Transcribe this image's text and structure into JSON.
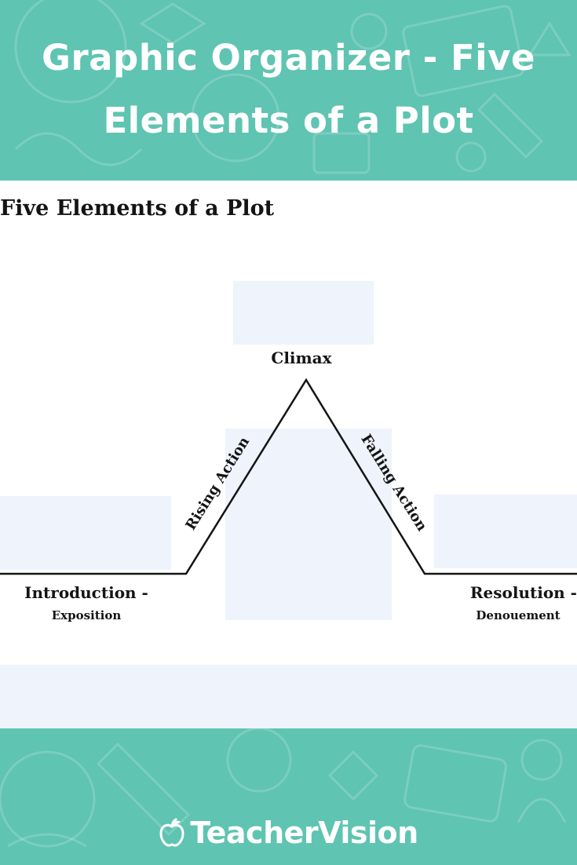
{
  "banner": {
    "title_line_1": "Graphic Organizer - Five",
    "title_line_2": "Elements of a Plot"
  },
  "worksheet": {
    "title": "Five Elements of a Plot",
    "labels": {
      "climax": "Climax",
      "rising_action": "Rising Action",
      "falling_action": "Falling Action",
      "introduction": "Introduction -",
      "exposition": "Exposition",
      "resolution": "Resolution -",
      "denouement": "Denouement"
    }
  },
  "brand": {
    "name": "TeacherVision",
    "icon": "apple-icon"
  },
  "colors": {
    "banner_teal": "#5fc4b1",
    "answer_box_fill": "#eef3fc",
    "text": "#141414"
  }
}
